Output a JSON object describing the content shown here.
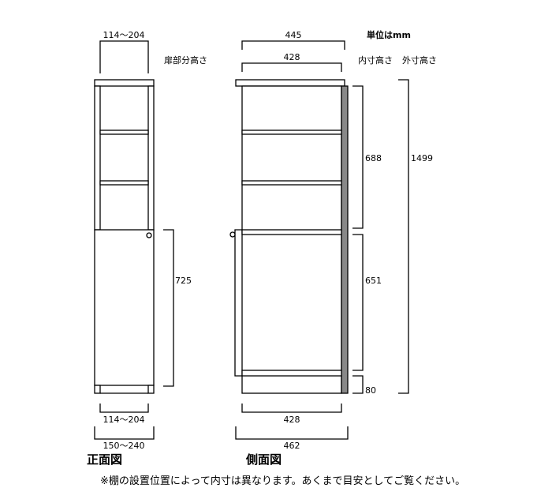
{
  "unit_label": "単位はmm",
  "headers": {
    "door_height": "扉部分高さ",
    "inner_height": "内寸高さ",
    "outer_height": "外寸高さ"
  },
  "front": {
    "title": "正面図",
    "top_width": "114〜204",
    "door_height": "725",
    "inner_width": "114〜204",
    "outer_width": "150〜240"
  },
  "side": {
    "title": "側面図",
    "top_depth": "445",
    "inner_top_depth": "428",
    "upper_inner_height": "688",
    "lower_inner_height": "651",
    "base_height": "80",
    "outer_height": "1499",
    "bottom_inner_depth": "428",
    "bottom_outer_depth": "462"
  },
  "note": "※棚の設置位置によって内寸は異なります。あくまで目安としてご覧ください。",
  "colors": {
    "back_panel": "#888888"
  }
}
